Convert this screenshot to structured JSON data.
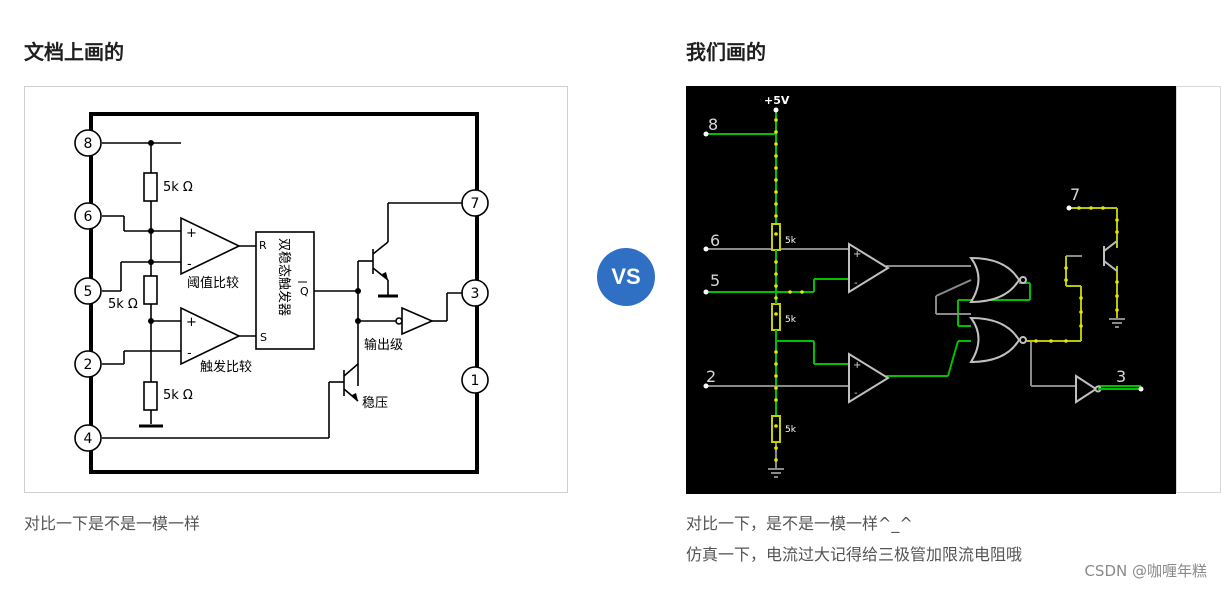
{
  "left": {
    "heading": "文档上画的",
    "caption": "对比一下是不是一模一样",
    "schematic": {
      "pins": [
        "8",
        "6",
        "5",
        "2",
        "4",
        "7",
        "3",
        "1"
      ],
      "res_label": "5k Ω",
      "res_label_mid": "5k Ω",
      "comp_top_label": "阈值比较",
      "comp_bottom_label": "触发比较",
      "flipflop_label": "双稳态触发器",
      "ff_r": "R",
      "ff_s": "S",
      "ff_q": "Q",
      "plus": "+",
      "minus": "-",
      "output_stage_label": "输出级",
      "regulator_label": "稳压"
    }
  },
  "vs_label": "VS",
  "right": {
    "heading": "我们画的",
    "caption_1": "对比一下，是不是一模一样^_^",
    "caption_2": "仿真一下，电流过大记得给三极管加限流电阻哦",
    "sim": {
      "supply_label": "+5V",
      "pins": [
        "8",
        "6",
        "5",
        "2",
        "7",
        "3"
      ],
      "res_label": "5k",
      "plus": "+",
      "minus": "-"
    }
  },
  "watermark": "CSDN @咖喱年糕"
}
